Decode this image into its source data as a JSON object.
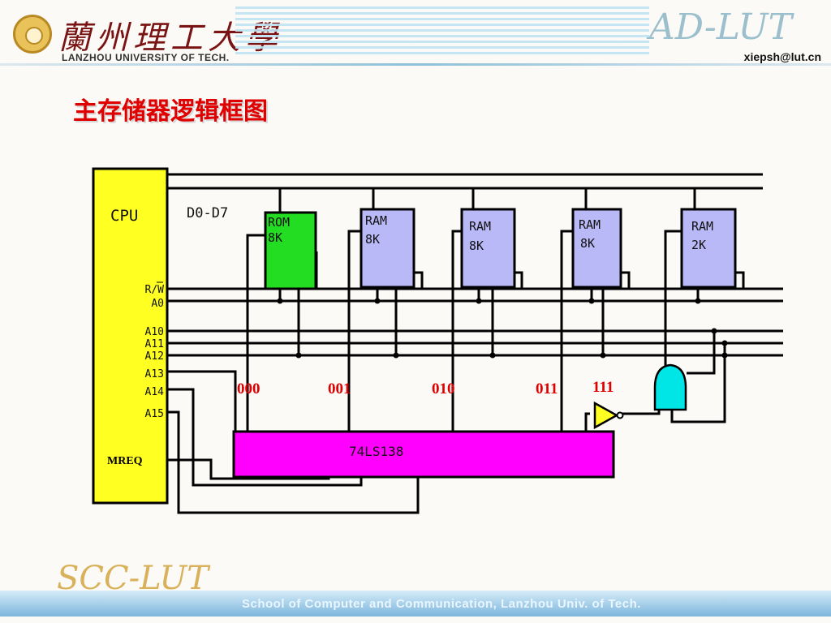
{
  "header": {
    "university_cn": "蘭州理工大學",
    "university_en": "LANZHOU UNIVERSITY OF TECH.",
    "logo_text": "AD-LUT",
    "email": "xiepsh@lut.cn"
  },
  "slide": {
    "title": "主存储器逻辑框图"
  },
  "diagram": {
    "cpu": {
      "label": "CPU",
      "pins": [
        "R/W",
        "A0",
        "A10",
        "A11",
        "A12",
        "A13",
        "A14",
        "A15"
      ],
      "mreq": "MREQ"
    },
    "data_bus_label": "D0-D7",
    "chips": [
      {
        "line1": "ROM",
        "line2": "8K",
        "color": "#22dd22"
      },
      {
        "line1": "RAM",
        "line2": "8K",
        "color": "#b9b9f7"
      },
      {
        "line1": "RAM",
        "line2": "8K",
        "color": "#b9b9f7"
      },
      {
        "line1": "RAM",
        "line2": "8K",
        "color": "#b9b9f7"
      },
      {
        "line1": "RAM",
        "line2": "2K",
        "color": "#b9b9f7"
      }
    ],
    "decoder_label": "74LS138",
    "decoder_outputs": [
      "000",
      "001",
      "010",
      "011",
      "111"
    ],
    "colors": {
      "cpu": "#ffff22",
      "decoder": "#ff00ff",
      "nand": "#00e5e5",
      "inverter": "#ffff22",
      "output_labels": "#dd0000",
      "wire": "#000000"
    }
  },
  "footer": {
    "logo_text": "SCC-LUT",
    "text": "School of Computer and Communication, Lanzhou Univ. of Tech."
  }
}
